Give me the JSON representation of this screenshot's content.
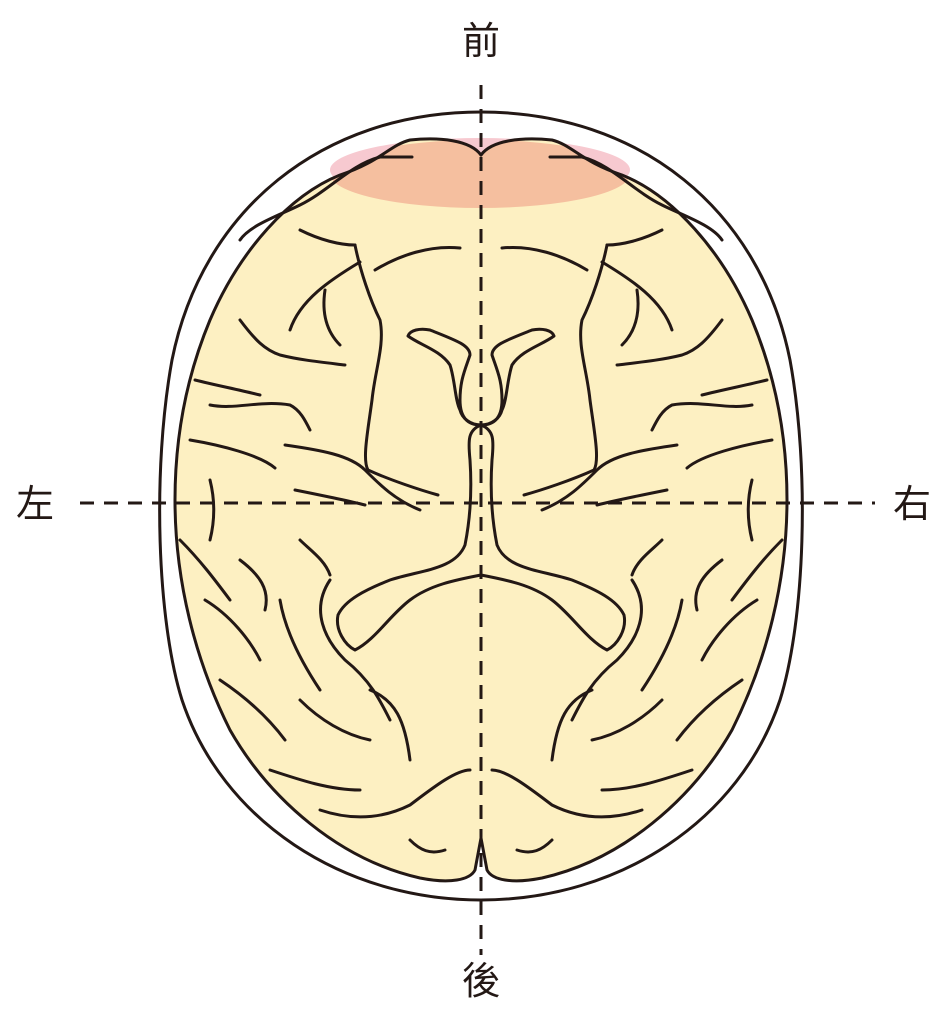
{
  "labels": {
    "front": "前",
    "back": "後",
    "left": "左",
    "right": "右"
  },
  "colors": {
    "brain": "#fdf0c2",
    "highlight_outer": "#f7c9d0",
    "highlight_inner": "#f5bf9f",
    "line": "#231815"
  }
}
